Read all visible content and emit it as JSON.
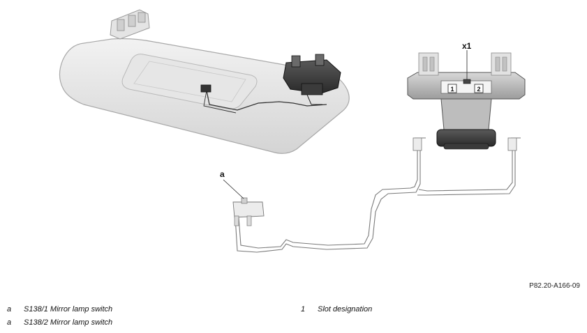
{
  "callouts": {
    "a": "a",
    "x1": "x1",
    "slot1": "1",
    "slot2": "2"
  },
  "reference_code": "P82.20-A166-09",
  "legend": {
    "left": [
      {
        "key": "a",
        "text": "S138/1 Mirror lamp switch"
      },
      {
        "key": "a",
        "text": "S138/2 Mirror lamp switch"
      }
    ],
    "right": [
      {
        "key": "1",
        "text": "Slot designation"
      }
    ]
  }
}
